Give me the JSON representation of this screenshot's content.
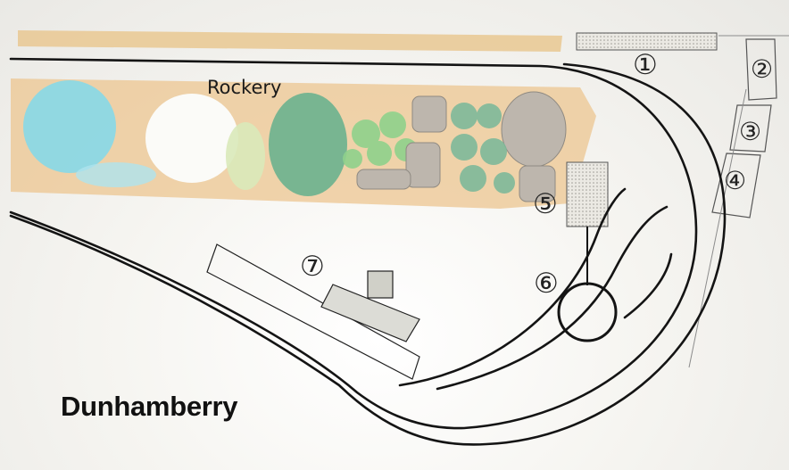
{
  "map": {
    "rockery_label": "Rockery",
    "town_label": "Dunhamberry",
    "markers": [
      "①",
      "②",
      "③",
      "④",
      "⑤",
      "⑥",
      "⑦"
    ]
  },
  "colors": {
    "track": "#141414",
    "sand": "#e8c08a",
    "water": "#7fd6e8",
    "foliage_dark": "#5eae8a",
    "foliage_light": "#9fd79a",
    "rock": "#a9a39b"
  }
}
